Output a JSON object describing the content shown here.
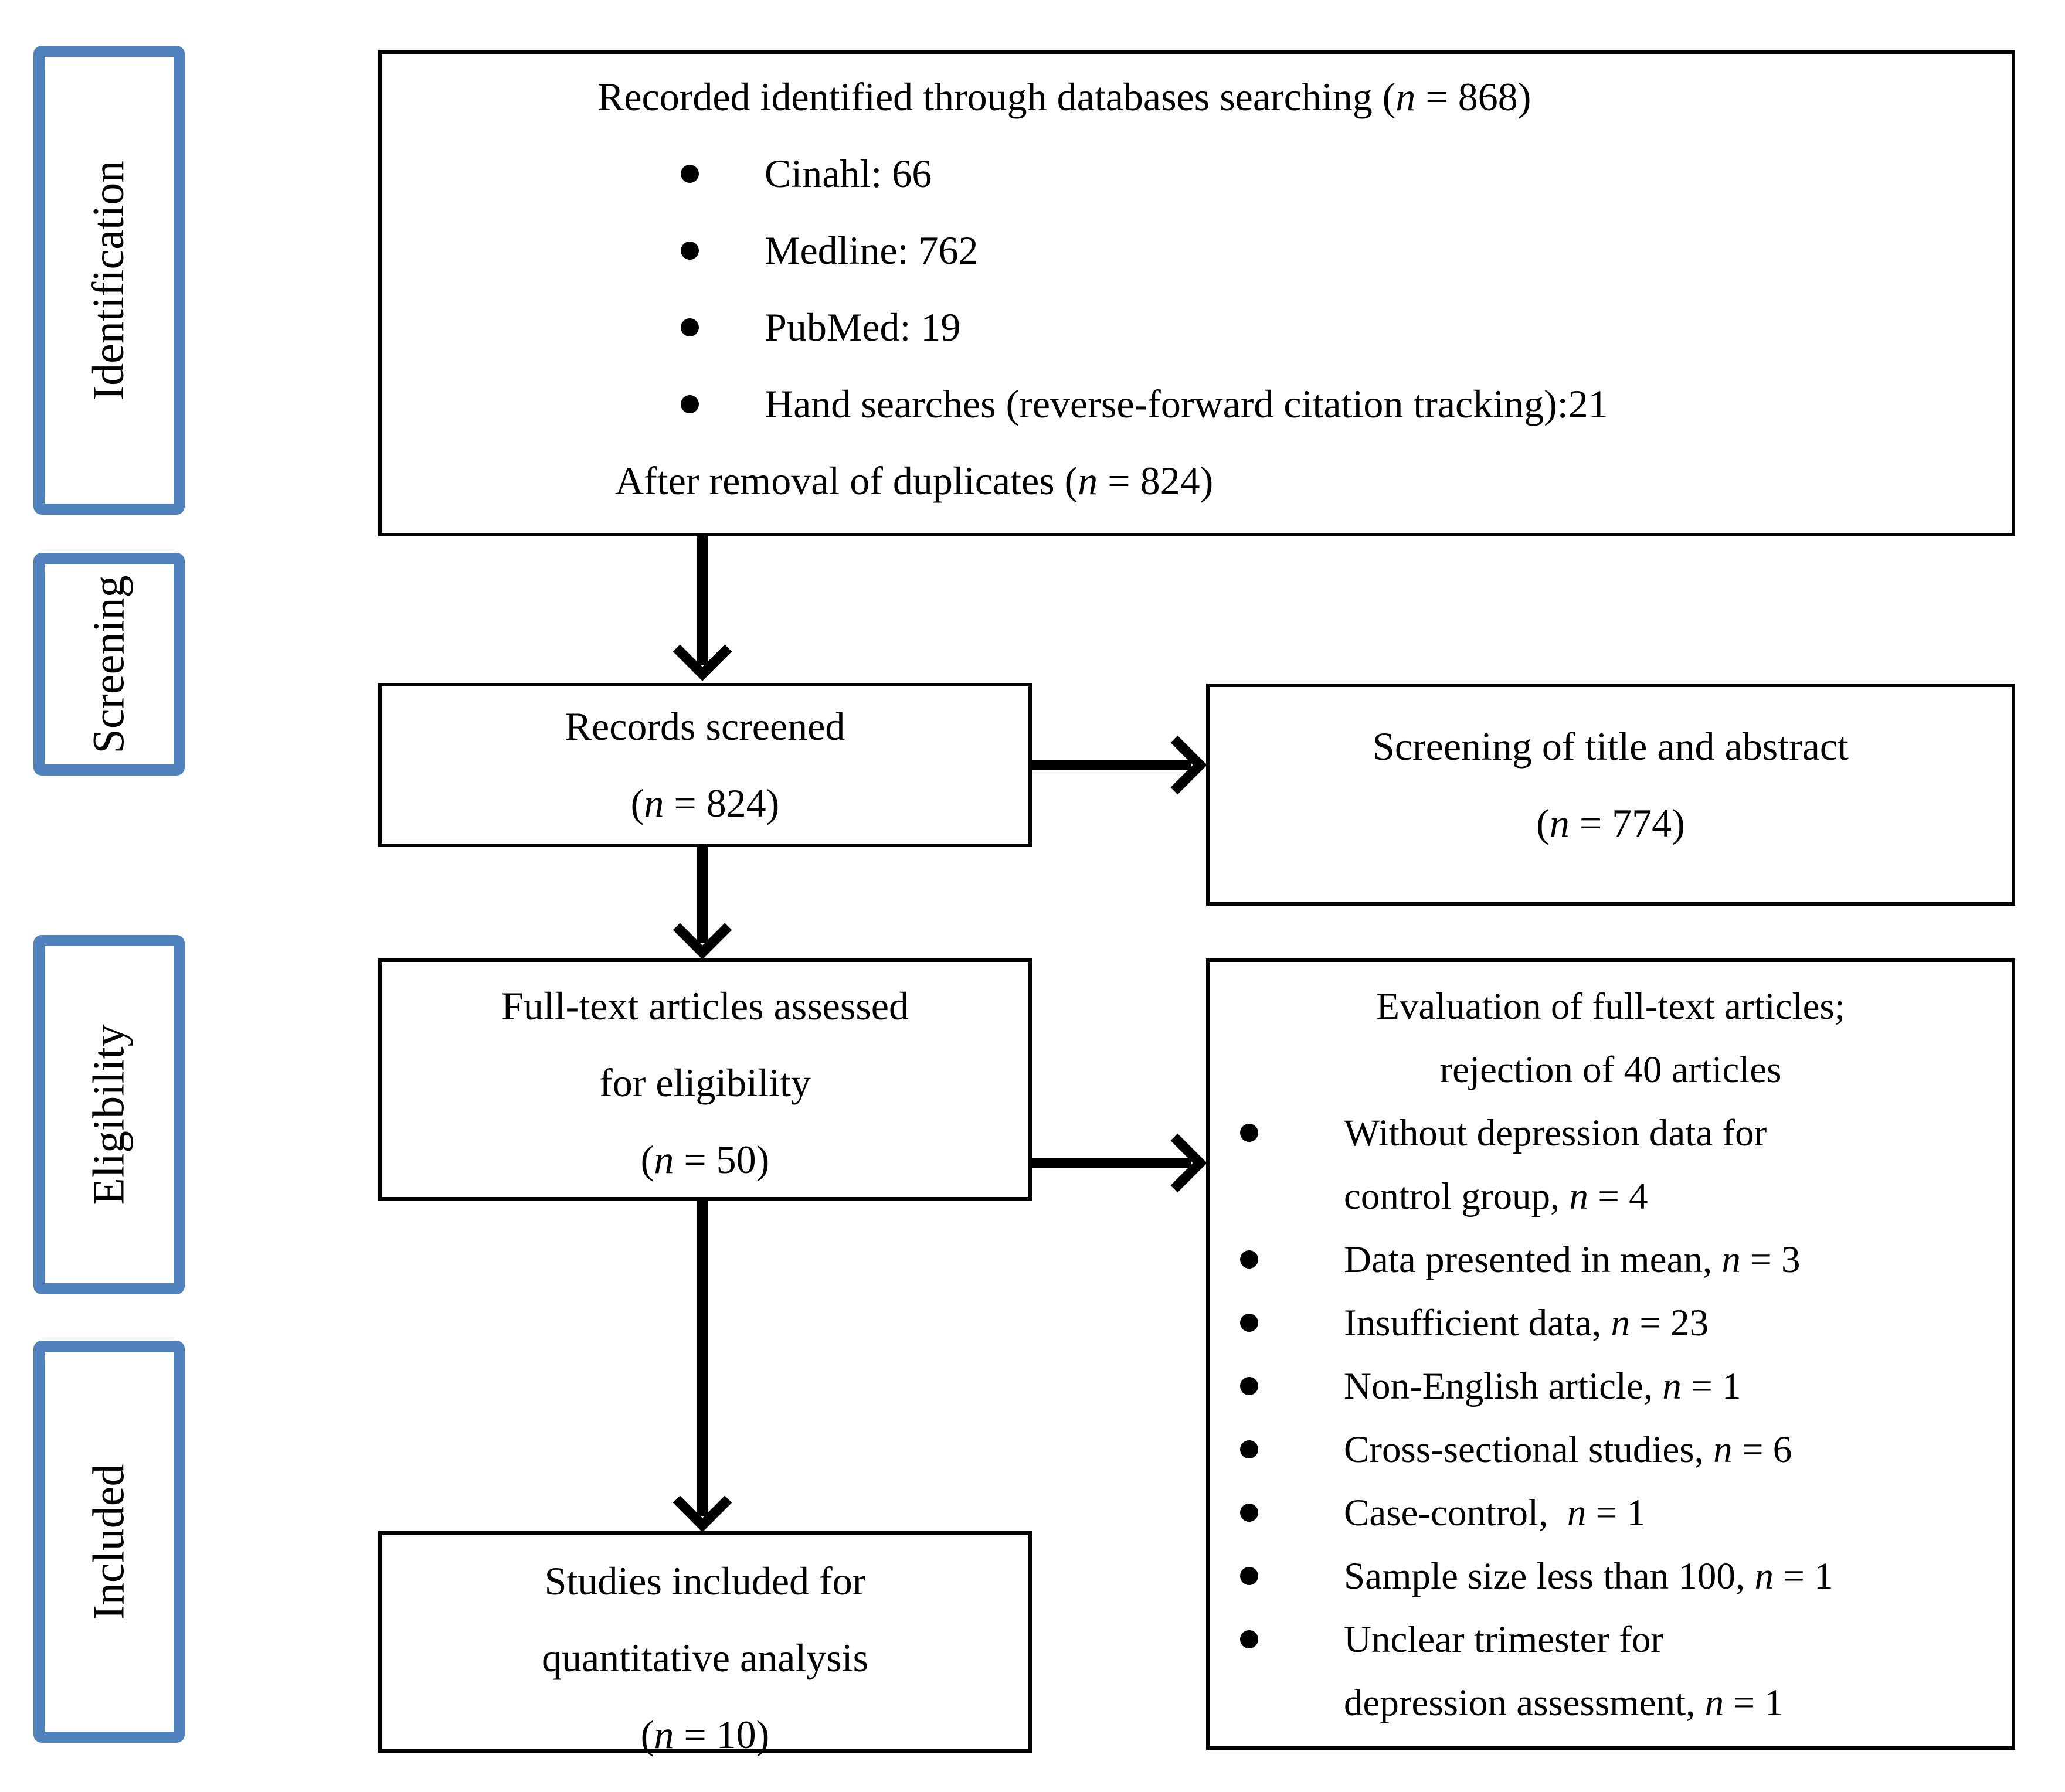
{
  "palette": {
    "stage_border_blue": "#4F81BD",
    "box_border_black": "#000000",
    "background": "#FFFFFF",
    "text": "#000000"
  },
  "sidebar": {
    "stages": [
      {
        "label": "Identification"
      },
      {
        "label": "Screening"
      },
      {
        "label": "Eligibility"
      },
      {
        "label": "Included"
      }
    ]
  },
  "flow": {
    "identification_box": {
      "title_html": "Recorded identified through databases searching (<i>n</i> = 868)",
      "bullets_html": [
        "Cinahl: 66",
        "Medline: 762",
        "PubMed: 19",
        "Hand searches (reverse-forward citation tracking):21"
      ],
      "footer_html": "After removal of duplicates (<i>n</i> = 824)"
    },
    "records_screened_box": {
      "line1_html": "Records screened",
      "line2_html": "(<i>n</i> = 824)"
    },
    "title_abstract_box": {
      "line1_html": "Screening of title and abstract",
      "line2_html": "(<i>n</i> = 774)"
    },
    "fulltext_box": {
      "line1_html": "Full-text articles assessed",
      "line2_html": "for eligibility",
      "line3_html": "(<i>n</i> = 50)"
    },
    "evaluation_box": {
      "title1_html": "Evaluation of full-text articles;",
      "title2_html": "rejection of 40 articles",
      "bullets_html": [
        "Without depression data for<br>control group, <i>n</i> = 4",
        "Data presented in mean, <i>n</i> = 3",
        "Insufficient data, <i>n</i> = 23",
        "Non-English article, <i>n</i> = 1",
        "Cross-sectional studies, <i>n</i> = 6",
        "Case-control,&nbsp; <i>n</i> = 1",
        "Sample size less than 100, <i>n</i> = 1",
        "Unclear trimester for<br>depression assessment, <i>n</i> = 1"
      ]
    },
    "included_box": {
      "line1_html": "Studies included for",
      "line2_html": "quantitative analysis",
      "line3_html": "(<i>n</i> = 10)"
    }
  }
}
